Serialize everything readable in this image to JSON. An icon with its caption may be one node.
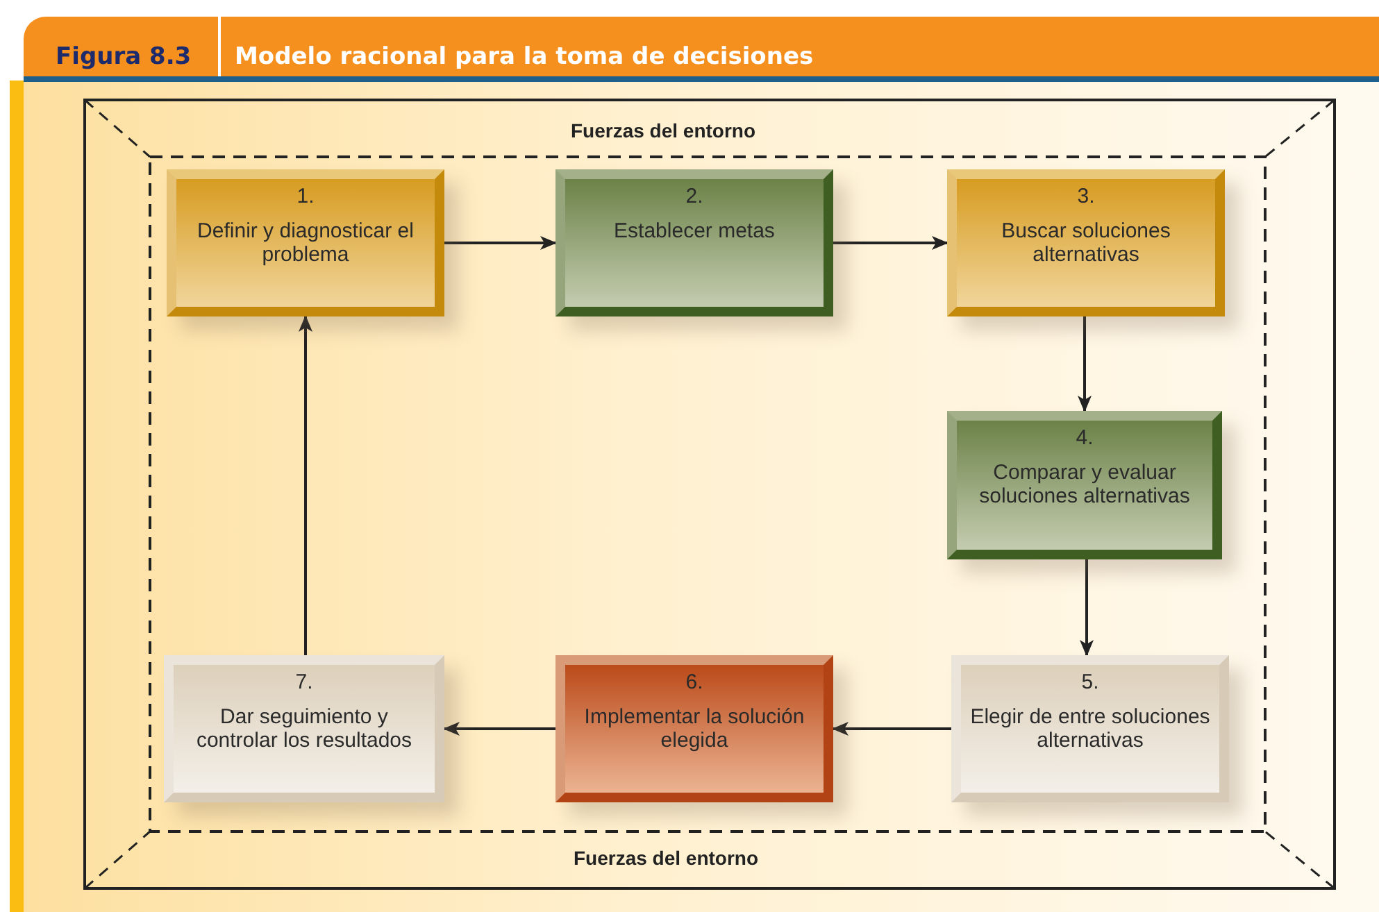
{
  "diagram": {
    "title": "Modelo racional para la toma de decisiones",
    "nodes": [
      {
        "text": [
          "1.",
          "Definir y diagnosticar el problema"
        ]
      },
      {
        "text": [
          "2.",
          "Establecer metas"
        ]
      },
      {
        "text": [
          "3.",
          "Buscar soluciones alternativas"
        ]
      },
      {
        "text": [
          "4.",
          "Comparar y evaluar soluciones alternativas"
        ]
      },
      {
        "text": [
          "5.",
          "Elegir de entre soluciones alternativas"
        ]
      },
      {
        "text": [
          "6.",
          "Implementar la solución elegida"
        ]
      },
      {
        "text": [
          "7.",
          "Dar seguimiento y controlar los resultados"
        ]
      }
    ],
    "edges": [
      {
        "from": 0,
        "to": 1,
        "arrow": "to"
      },
      {
        "from": 1,
        "to": 2,
        "arrow": "to"
      },
      {
        "from": 2,
        "to": 3,
        "arrow": "to"
      },
      {
        "from": 3,
        "to": 4,
        "arrow": "to"
      },
      {
        "from": 4,
        "to": 5,
        "arrow": "to"
      },
      {
        "from": 5,
        "to": 6,
        "arrow": "to"
      },
      {
        "from": 6,
        "to": 0,
        "arrow": "to"
      }
    ],
    "labels": [
      "Figura 8.3",
      "Fuerzas del entorno",
      "Fuerzas del entorno"
    ]
  }
}
